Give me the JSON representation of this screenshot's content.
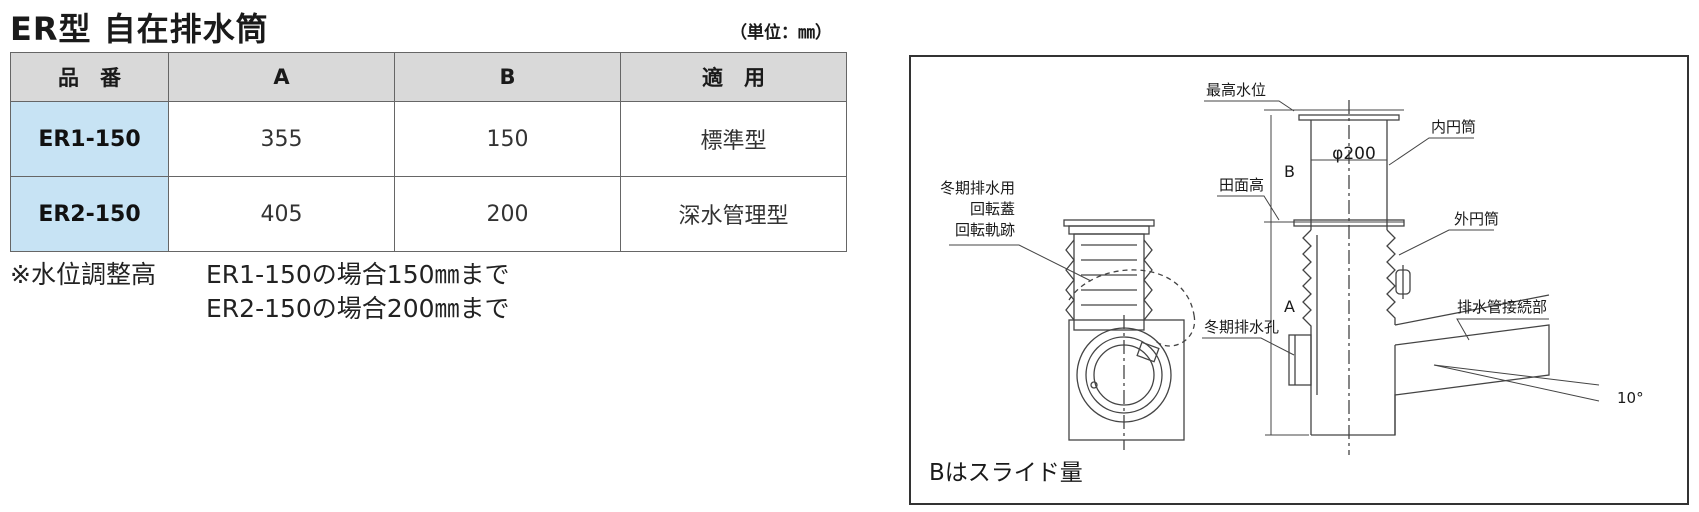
{
  "title": "ER型 自在排水筒",
  "unit": "（単位：㎜）",
  "table": {
    "headers": [
      "品　番",
      "A",
      "B",
      "適　用"
    ],
    "rows": [
      {
        "part": "ER1-150",
        "a": "355",
        "b": "150",
        "use": "標準型"
      },
      {
        "part": "ER2-150",
        "a": "405",
        "b": "200",
        "use": "深水管理型"
      }
    ]
  },
  "notes": {
    "label": "※水位調整高",
    "line1": "ER1-150の場合150㎜まで",
    "line2": "ER2-150の場合200㎜まで"
  },
  "diagram": {
    "labels": {
      "max_water_level": "最高水位",
      "inner_tube": "内円筒",
      "dim_b": "B",
      "diameter": "φ200",
      "field_surface": "田面高",
      "outer_tube": "外円筒",
      "winter_cover_1": "冬期排水用",
      "winter_cover_2": "回転蓋",
      "rotation_path": "回転軌跡",
      "dim_a": "A",
      "drain_pipe_joint": "排水管接続部",
      "winter_drain_hole": "冬期排水孔",
      "angle": "10°"
    },
    "caption": "Bはスライド量"
  }
}
